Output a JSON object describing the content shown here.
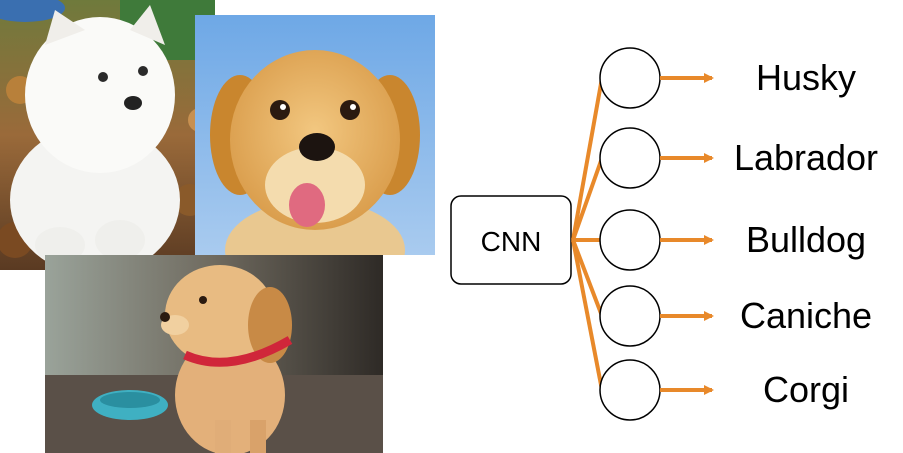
{
  "cnn_label": "CNN",
  "classes": [
    "Husky",
    "Labrador",
    "Bulldog",
    "Caniche",
    "Corgi"
  ],
  "colors": {
    "arrow": "#e8892a",
    "node_stroke": "#000000",
    "node_fill": "#ffffff"
  },
  "photos": [
    {
      "subject": "white fluffy puppy"
    },
    {
      "subject": "golden puppy illustration"
    },
    {
      "subject": "golden retriever puppy with red collar"
    }
  ]
}
